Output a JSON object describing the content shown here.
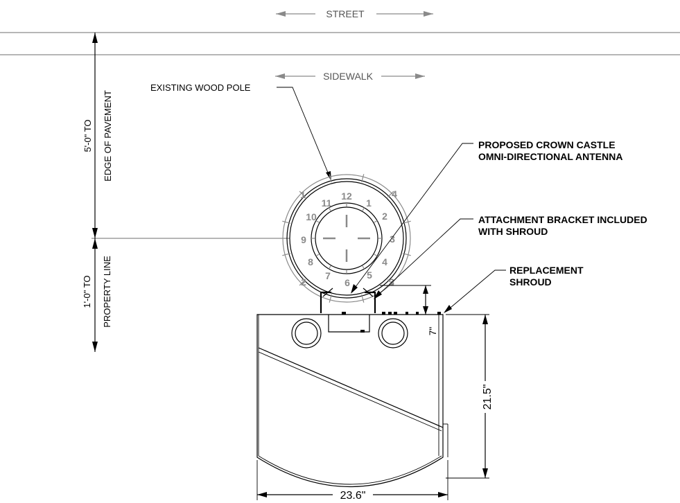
{
  "labels": {
    "street": "STREET",
    "sidewalk": "SIDEWALK",
    "existing_pole": "EXISTING WOOD POLE",
    "antenna_line1": "PROPOSED CROWN CASTLE",
    "antenna_line2": "OMNI-DIRECTIONAL ANTENNA",
    "bracket_line1": "ATTACHMENT BRACKET INCLUDED",
    "bracket_line2": "WITH SHROUD",
    "shroud_line1": "REPLACEMENT",
    "shroud_line2": "SHROUD"
  },
  "dimensions": {
    "to_pavement_line1": "5'-0\" TO",
    "to_pavement_line2": "EDGE OF PAVEMENT",
    "to_property_line1": "1'-0\" TO",
    "to_property_line2": "PROPERTY LINE",
    "bracket_offset": "7\"",
    "shroud_depth": "21.5\"",
    "shroud_width": "23.6\""
  },
  "clock_inner": [
    "12",
    "1",
    "2",
    "3",
    "4",
    "5",
    "6",
    "7",
    "8",
    "9",
    "10",
    "11"
  ],
  "clock_outer": [
    "4",
    "3",
    "2",
    "1"
  ],
  "colors": {
    "line": "#000000",
    "dial": "#8a8a8a"
  }
}
